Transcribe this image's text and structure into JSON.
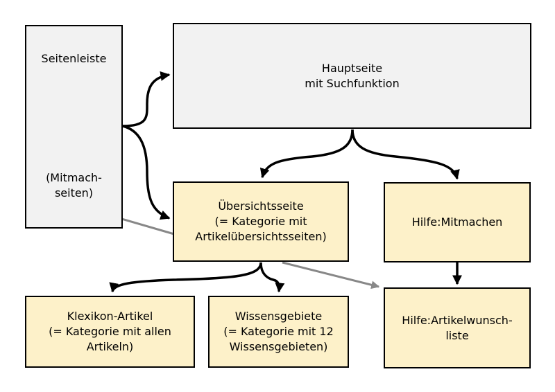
{
  "nodes": {
    "sidebar": {
      "line1": "Seitenleiste",
      "line2": "(Mitmach-",
      "line3": "seiten)"
    },
    "main": {
      "line1": "Hauptseite",
      "line2": "mit Suchfunktion"
    },
    "overview": {
      "line1": "Übersichtsseite",
      "line2": "(= Kategorie mit",
      "line3": "Artikelübersichtsseiten)"
    },
    "help": {
      "line1": "Hilfe:Mitmachen"
    },
    "lexicon": {
      "line1": "Klexikon-Artikel",
      "line2": "(= Kategorie mit allen",
      "line3": "Artikeln)"
    },
    "knowledge": {
      "line1": "Wissensgebiete",
      "line2": "(= Kategorie mit 12",
      "line3": "Wissensgebieten)"
    },
    "wish": {
      "line1": "Hilfe:Artikelwunsch-",
      "line2": "liste"
    }
  },
  "edges": [
    {
      "from": "sidebar",
      "to": "main",
      "color": "#000000"
    },
    {
      "from": "sidebar",
      "to": "overview",
      "color": "#000000"
    },
    {
      "from": "main",
      "to": "overview",
      "color": "#000000"
    },
    {
      "from": "main",
      "to": "help",
      "color": "#000000"
    },
    {
      "from": "overview",
      "to": "lexicon",
      "color": "#000000"
    },
    {
      "from": "overview",
      "to": "knowledge",
      "color": "#000000"
    },
    {
      "from": "help",
      "to": "wish",
      "color": "#000000"
    },
    {
      "from": "sidebar",
      "to": "wish",
      "color": "#888888"
    }
  ],
  "colors": {
    "grey_box": "#f2f2f2",
    "yellow_box": "#fdf1c9",
    "border": "#000000"
  }
}
